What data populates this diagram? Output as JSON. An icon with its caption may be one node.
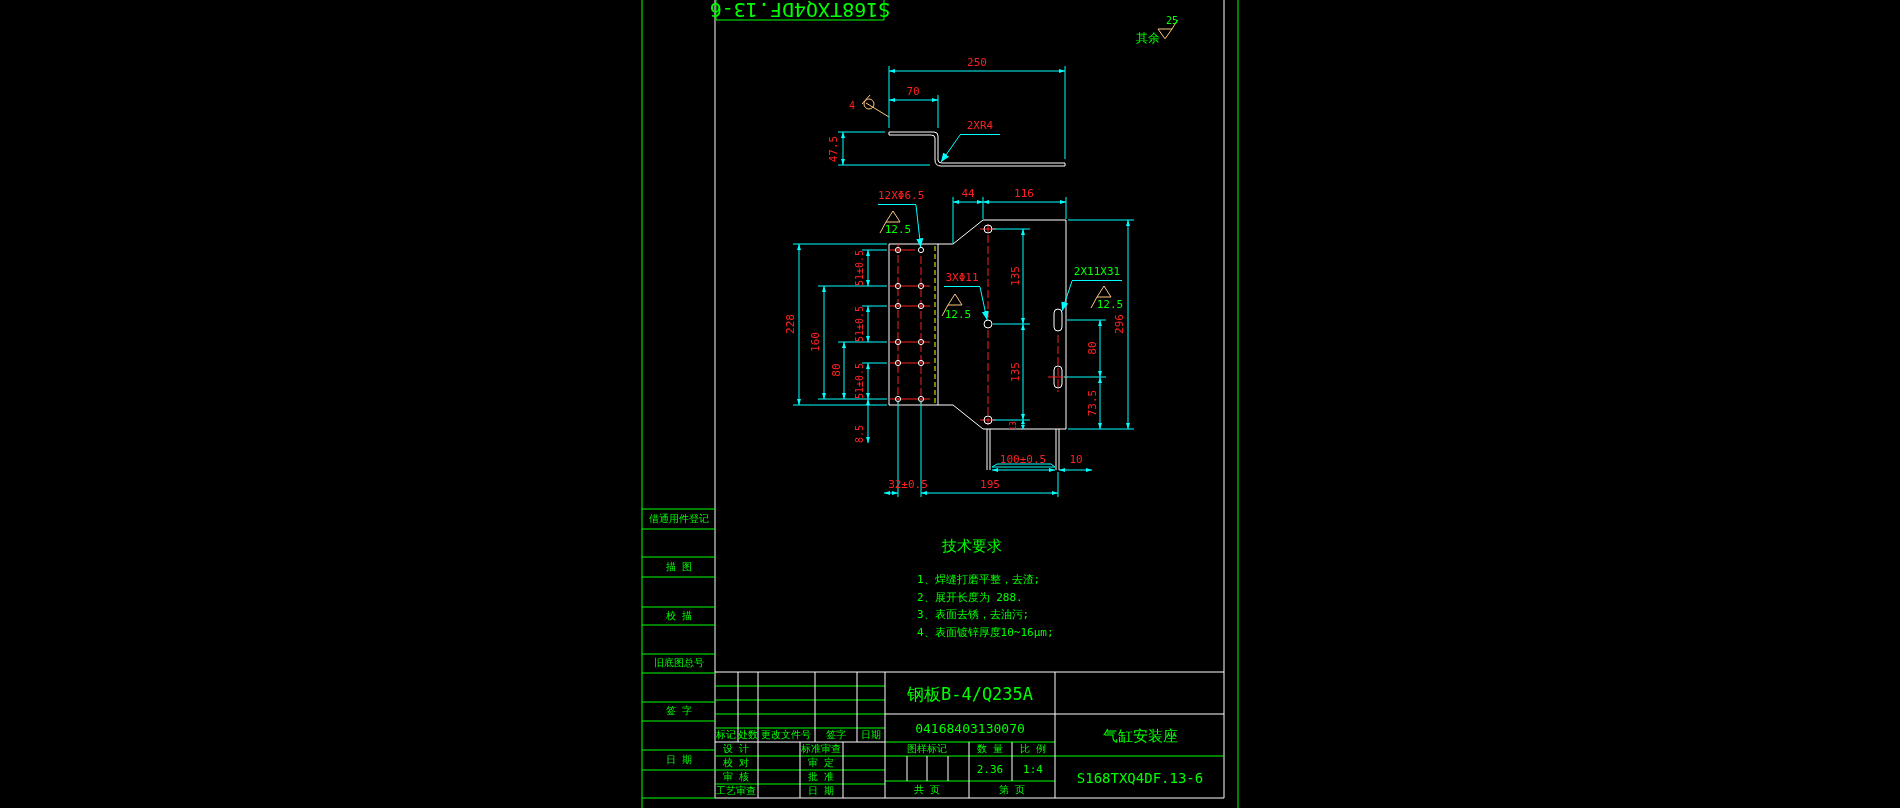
{
  "diagram": {
    "nodes": [
      {
        "text": [
          "2XR4"
        ]
      },
      {
        "text": [
          "12XΦ6.5"
        ]
      },
      {
        "text": [
          "3XΦ11"
        ]
      },
      {
        "text": [
          "2X11X31"
        ]
      },
      {
        "text": [],
        "shape": "bar"
      },
      {
        "text": [],
        "shape": "circle"
      },
      {
        "text": [],
        "shape": "circle"
      },
      {
        "text": [],
        "shape": "slot"
      }
    ],
    "edges": [
      {
        "from": 0,
        "to": 4,
        "arrow": "to"
      },
      {
        "from": 1,
        "to": 5,
        "arrow": "to"
      },
      {
        "from": 2,
        "to": 6,
        "arrow": "to"
      },
      {
        "from": 3,
        "to": 7,
        "arrow": "to"
      }
    ],
    "labels": [
      "S168TXQ4DF.13-6",
      "其余",
      "25",
      "250",
      "70",
      "4",
      "47.5",
      "44",
      "116",
      "12.5",
      "51±0.5",
      "228",
      "135",
      "12.5",
      "12.5",
      "296",
      "160",
      "51±0.5",
      "80",
      "80",
      "135",
      "51±0.5",
      "73.5",
      "13",
      "8.5",
      "100±0.5",
      "10",
      "32±0.5",
      "195",
      "技术要求",
      "1、焊缝打磨平整，去渣;",
      "2、展开长度为 288.",
      "3、表面去锈，去油污;",
      "4、表面镀锌厚度10~16μm;",
      "借通用件登记",
      "描 图",
      "校 描",
      "旧底图总号",
      "钢板B-4/Q235A",
      "签 字",
      "04168403130070",
      "标记",
      "处数",
      "更改文件号",
      "签字",
      "日期",
      "气缸安装座",
      "设 计",
      "标准审查",
      "图样标记",
      "数 量",
      "比 例",
      "日 期",
      "校 对",
      "审 定",
      "2.36",
      "1:4",
      "审 核",
      "批 准",
      "S168TXQ4DF.13-6",
      "工艺审查",
      "日 期",
      "共 页",
      "第 页"
    ]
  }
}
